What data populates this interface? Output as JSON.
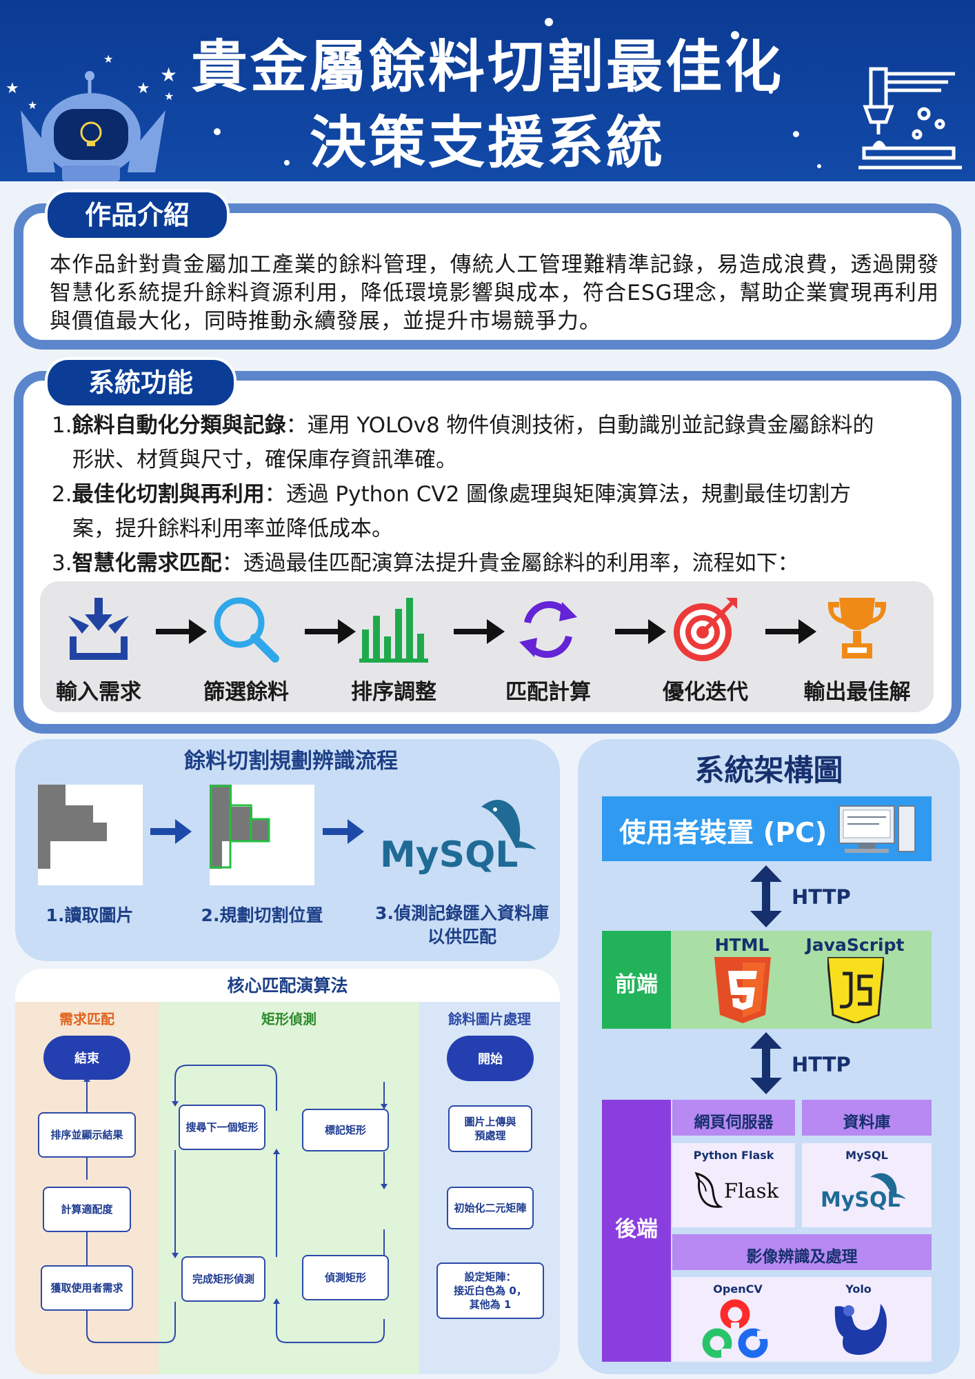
{
  "header": {
    "title_line1": "貴金屬餘料切割最佳化",
    "title_line2": "決策支援系統"
  },
  "intro": {
    "tag": "作品介紹",
    "text": "本作品針對貴金屬加工產業的餘料管理，傳統人工管理難精準記錄，易造成浪費，透過開發智慧化系統提升餘料資源利用，降低環境影響與成本，符合ESG理念，幫助企業實現再利用與價值最大化，同時推動永續發展，並提升市場競爭力。"
  },
  "features": {
    "tag": "系統功能",
    "items": [
      {
        "num": "1.",
        "bold": "餘料自動化分類與記錄",
        "text": "：運用 YOLOv8 物件偵測技術，自動識別並記錄貴金屬餘料的",
        "cont": "形狀、材質與尺寸，確保庫存資訊準確。"
      },
      {
        "num": "2.",
        "bold": "最佳化切割與再利用",
        "text": "：透過 Python CV2 圖像處理與矩陣演算法，規劃最佳切割方",
        "cont": "案，提升餘料利用率並降低成本。"
      },
      {
        "num": "3.",
        "bold": "智慧化需求匹配",
        "text": "：透過最佳匹配演算法提升貴金屬餘料的利用率，流程如下：",
        "cont": ""
      }
    ],
    "flow": [
      {
        "label": "輸入需求",
        "icon": "download-tray-icon"
      },
      {
        "label": "篩選餘料",
        "icon": "magnifier-icon"
      },
      {
        "label": "排序調整",
        "icon": "bar-chart-icon"
      },
      {
        "label": "匹配計算",
        "icon": "sync-icon"
      },
      {
        "label": "優化迭代",
        "icon": "target-icon"
      },
      {
        "label": "輸出最佳解",
        "icon": "trophy-icon"
      }
    ]
  },
  "cutting": {
    "title": "餘料切割規劃辨識流程",
    "steps": [
      "1.讀取圖片",
      "2.規劃切割位置",
      "3.偵測記錄匯入資料庫以供匹配"
    ],
    "step3_line1": "3.偵測記錄匯入資料庫",
    "step3_line2": "以供匹配",
    "mysql_logo": "MySQL"
  },
  "algorithm": {
    "title": "核心匹配演算法",
    "lanes": [
      "需求匹配",
      "矩形偵測",
      "餘料圖片處理"
    ],
    "nodes": {
      "end": "結束",
      "sort": "排序並顯示結果",
      "fitness": "計算適配度",
      "get_req": "獲取使用者需求",
      "search": "搜尋下一個矩形",
      "done": "完成矩形偵測",
      "mark": "標記矩形",
      "detect": "偵測矩形",
      "start": "開始",
      "upload_l1": "圖片上傳與",
      "upload_l2": "預處理",
      "init": "初始化二元矩陣",
      "set_l1": "設定矩陣：",
      "set_l2": "接近白色為 0，",
      "set_l3": "其他為 1"
    }
  },
  "architecture": {
    "title": "系統架構圖",
    "device": "使用者裝置 (PC)",
    "http1": "HTTP",
    "http2": "HTTP",
    "frontend": "前端",
    "html": "HTML",
    "js": "JavaScript",
    "backend": "後端",
    "webserver": "網頁伺服器",
    "database": "資料庫",
    "flask_label": "Python Flask",
    "flask_logo": "Flask",
    "mysql_label": "MySQL",
    "mysql_logo": "MySQL",
    "vision": "影像辨識及處理",
    "opencv": "OpenCV",
    "yolo": "Yolo"
  },
  "colors": {
    "header_blue": "#0b3b94",
    "panel_border": "#5b86cc",
    "tag_blue": "#0b3d96",
    "device_blue": "#2f9af0",
    "frontend_green": "#22b35a",
    "backend_purple": "#8b3ee0"
  }
}
